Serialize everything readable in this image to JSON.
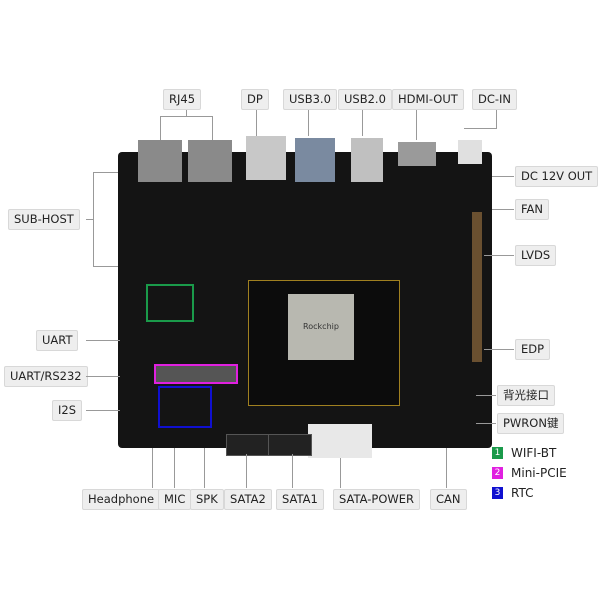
{
  "top_labels": [
    "RJ45",
    "DP",
    "USB3.0",
    "USB2.0",
    "HDMI-OUT",
    "DC-IN"
  ],
  "right_labels": [
    "DC 12V OUT",
    "FAN",
    "LVDS",
    "EDP",
    "背光接口",
    "PWRON键"
  ],
  "left_labels": [
    "SUB-HOST",
    "UART",
    "UART/RS232",
    "I2S"
  ],
  "bottom_labels": [
    "Headphone",
    "MIC",
    "SPK",
    "SATA2",
    "SATA1",
    "SATA-POWER",
    "CAN"
  ],
  "legend": [
    {
      "num": "1",
      "label": "WIFI-BT",
      "color": "#1a9a4a"
    },
    {
      "num": "2",
      "label": "Mini-PCIE",
      "color": "#e020e0"
    },
    {
      "num": "3",
      "label": "RTC",
      "color": "#1010d0"
    }
  ],
  "chip_text": "Rockchip"
}
